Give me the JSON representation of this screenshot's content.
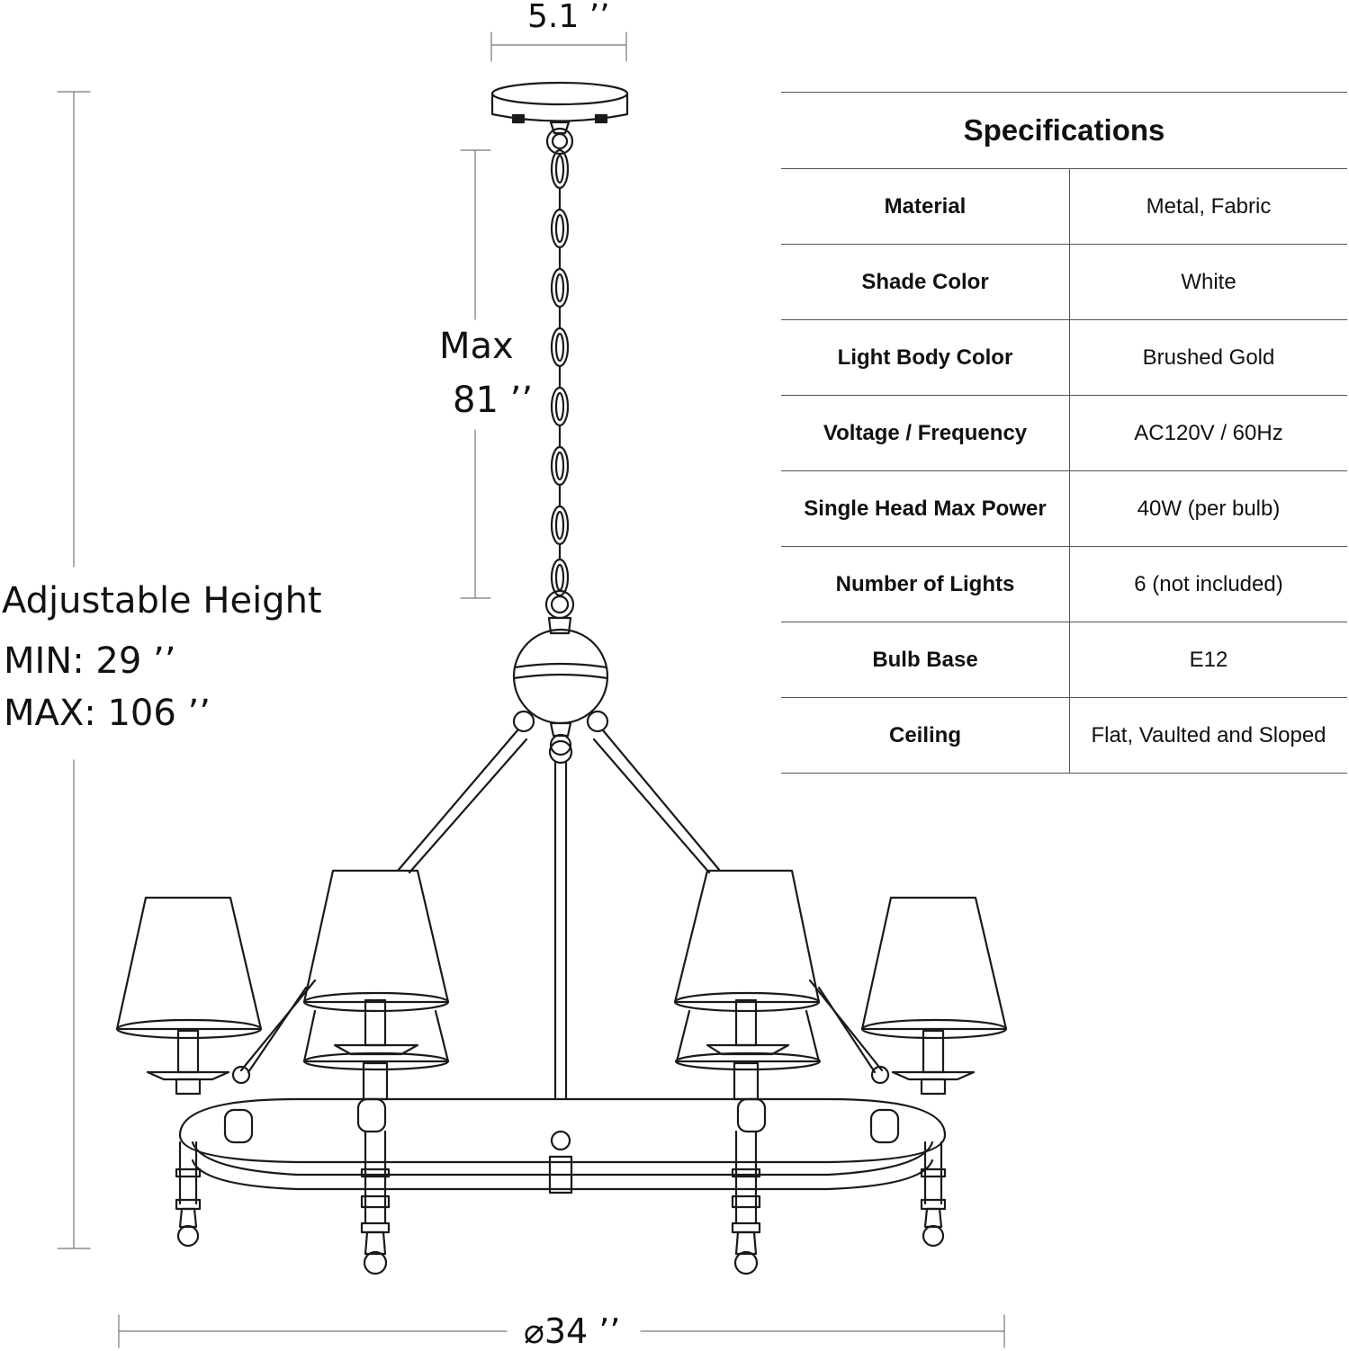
{
  "dimensions": {
    "canopy_width": "5.1 ’’",
    "chain_max_label": "Max",
    "chain_max_value": "81 ’’",
    "adjustable_title": "Adjustable Height",
    "min_label": "MIN:  29 ’’",
    "max_label": "MAX: 106 ’’",
    "diameter": "⌀34 ’’"
  },
  "specifications": {
    "title": "Specifications",
    "rows": [
      {
        "key": "Material",
        "value": "Metal, Fabric"
      },
      {
        "key": "Shade Color",
        "value": "White"
      },
      {
        "key": "Light Body Color",
        "value": "Brushed Gold"
      },
      {
        "key": "Voltage / Frequency",
        "value": "AC120V / 60Hz"
      },
      {
        "key": "Single Head Max Power",
        "value": "40W (per bulb)"
      },
      {
        "key": "Number of Lights",
        "value": "6 (not included)"
      },
      {
        "key": "Bulb Base",
        "value": "E12"
      },
      {
        "key": "Ceiling",
        "value": "Flat, Vaulted and Sloped"
      }
    ]
  }
}
